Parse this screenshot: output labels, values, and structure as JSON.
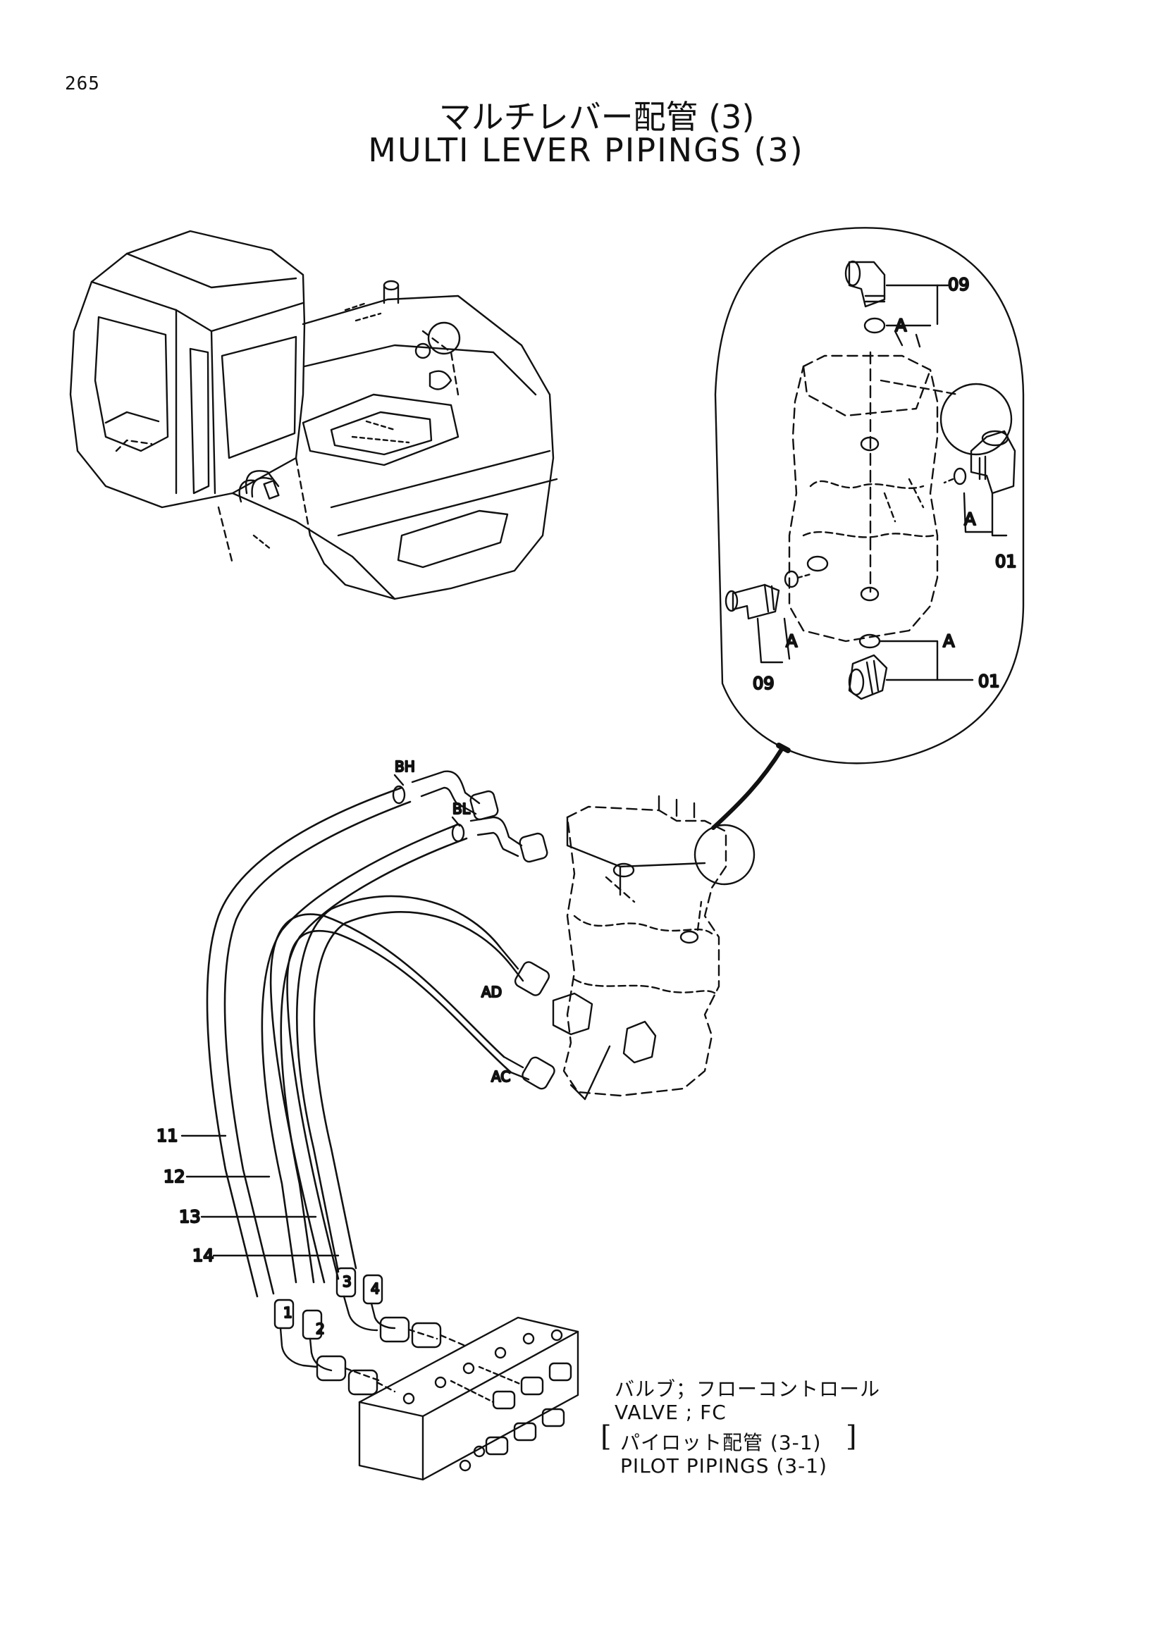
{
  "page_number": "265",
  "title_jp": "マルチレバー配管 (3)",
  "title_en": "MULTI LEVER PIPINGS (3)",
  "detail_labels": {
    "part_09_top": "09",
    "part_01_right": "01",
    "part_09_bottom": "09",
    "part_01_bottom": "01",
    "oring_a_top": "A",
    "oring_a_right": "A",
    "oring_a_left": "A",
    "oring_a_bottom": "A"
  },
  "port_labels": {
    "bh": "BH",
    "bl": "BL",
    "ad": "AD",
    "ac": "AC"
  },
  "hose_labels": {
    "p11": "11",
    "p12": "12",
    "p13": "13",
    "p14": "14"
  },
  "hose_tags": [
    "1",
    "2",
    "3",
    "4"
  ],
  "notes": {
    "valve_jp": "バルブ；フローコントロール",
    "valve_en": "VALVE ; FC",
    "pilot_jp": "パイロット配管 (3-1)",
    "pilot_en": "PILOT  PIPINGS  (3-1)",
    "bracket_open": "[",
    "bracket_close": "]"
  }
}
